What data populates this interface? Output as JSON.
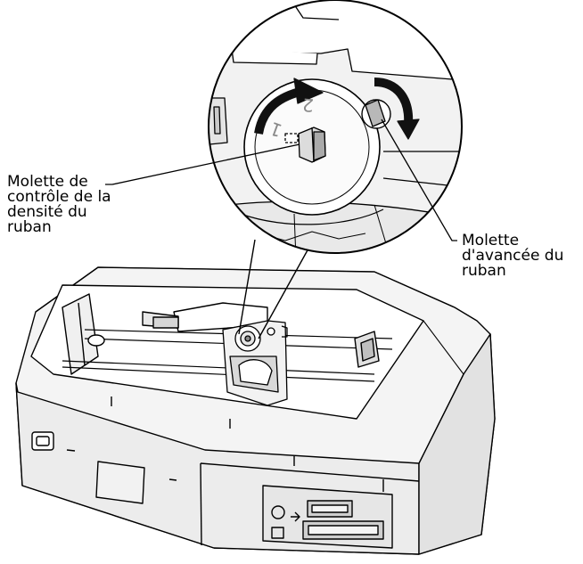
{
  "callouts": {
    "density_knob": {
      "lines": [
        "Molette de",
        "contrôle de la",
        "densité du",
        "ruban"
      ]
    },
    "advance_knob": {
      "lines": [
        "Molette",
        "d'avancée du",
        "ruban"
      ]
    }
  },
  "dial": {
    "numbers": [
      "1",
      "2"
    ]
  },
  "colors": {
    "line": "#000000",
    "shade_light": "#f0f0f0",
    "shade_mid": "#dcdcdc",
    "shade_dark": "#9a9a9a"
  }
}
